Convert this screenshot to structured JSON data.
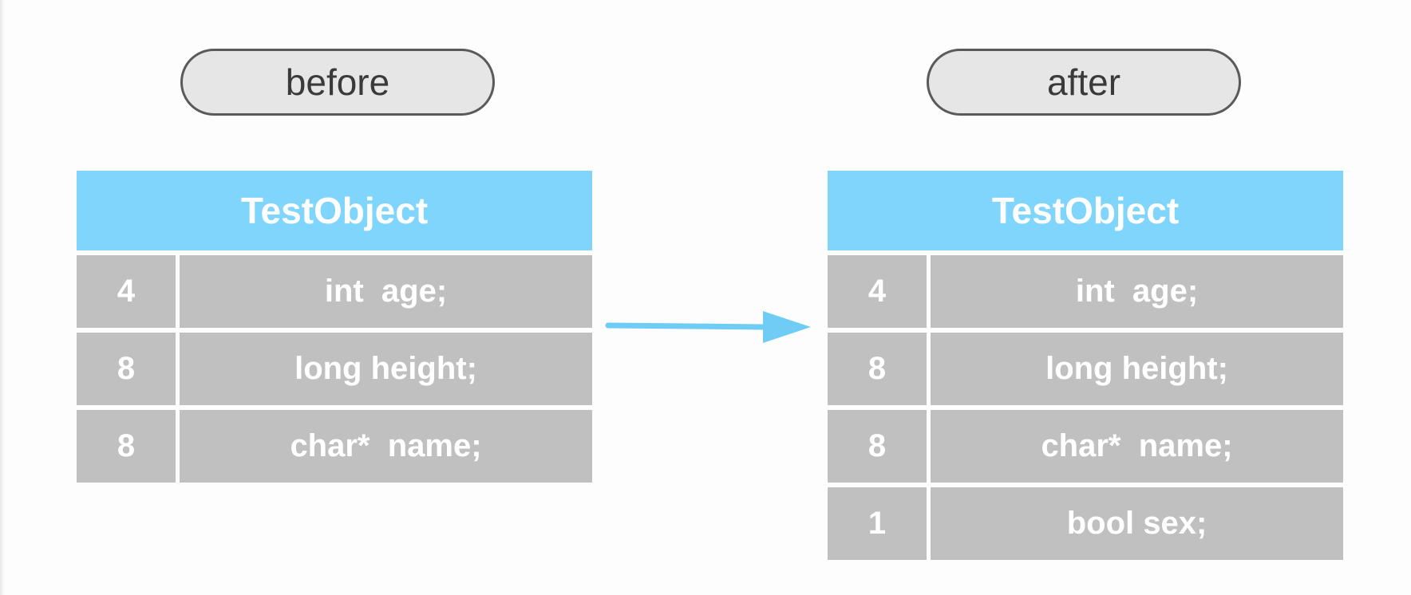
{
  "labels": {
    "before": "before",
    "after": "after"
  },
  "colors": {
    "header": "#7fd5fb",
    "row": "#c0c0c0",
    "arrow": "#6fcdf5",
    "pill_fill": "#e6e6e6",
    "pill_border": "#5a5a5a"
  },
  "before_table": {
    "title": "TestObject",
    "rows": [
      {
        "size": "4",
        "decl": "int  age;"
      },
      {
        "size": "8",
        "decl": "long height;"
      },
      {
        "size": "8",
        "decl": "char*  name;"
      }
    ]
  },
  "after_table": {
    "title": "TestObject",
    "rows": [
      {
        "size": "4",
        "decl": "int  age;"
      },
      {
        "size": "8",
        "decl": "long height;"
      },
      {
        "size": "8",
        "decl": "char*  name;"
      },
      {
        "size": "1",
        "decl": "bool sex;"
      }
    ]
  }
}
